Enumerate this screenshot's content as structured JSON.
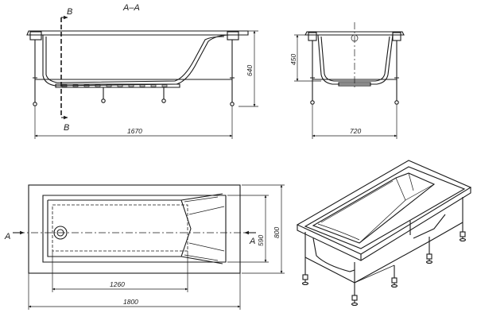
{
  "section_title": "A–A",
  "section_marks": {
    "b_top": "B",
    "b_bottom": "B",
    "a_left": "A",
    "a_right": "A"
  },
  "dimensions": {
    "side_length": "1670",
    "side_height": "640",
    "end_height": "450",
    "end_width": "720",
    "top_overall_length": "1800",
    "top_inner_length": "1260",
    "top_inner_width": "590",
    "top_overall_width": "800"
  },
  "colors": {
    "line": "#1a1a1a",
    "background": "#ffffff"
  }
}
